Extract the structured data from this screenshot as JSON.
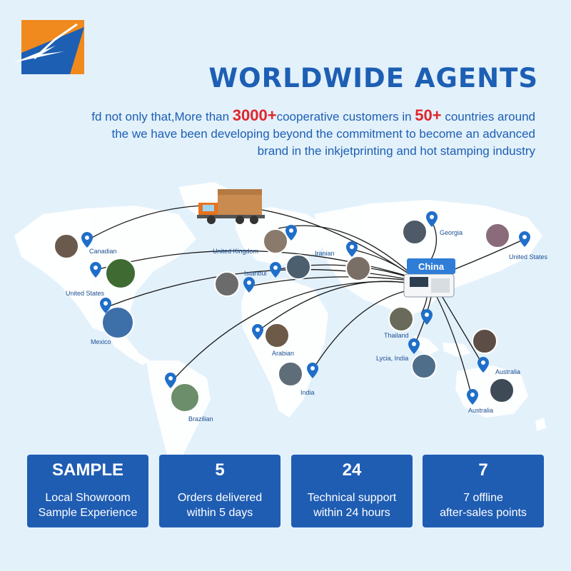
{
  "headline": "WORLDWIDE AGENTS",
  "intro": {
    "line1_a": "fd not only that,More than ",
    "line1_num1": "3000+",
    "line1_b": "cooperative customers in ",
    "line1_num2": "50+",
    "line1_c": " countries around",
    "line2": "the we have been developing beyond the commitment to become an advanced",
    "line3": "brand in the inkjetprinting and hot stamping industry"
  },
  "hub": "China",
  "locations": {
    "canadian": "Canadian",
    "us_west": "United States",
    "mexico": "Mexico",
    "brazilian": "Brazilian",
    "uk": "United Kingdom",
    "istanbul": "Istanbul",
    "iranian": "Iranian",
    "arabian": "Arabian",
    "india": "India",
    "georgia": "Georgia",
    "us_east": "United States",
    "thailand": "Thailand",
    "lycia_india": "Lycia, India",
    "australia_1": "Australia",
    "australia_2": "Australia"
  },
  "cards": [
    {
      "value": "SAMPLE",
      "desc_1": "Local Showroom",
      "desc_2": "Sample Experience"
    },
    {
      "value": "5",
      "desc_1": "Orders delivered",
      "desc_2": "within 5 days"
    },
    {
      "value": "24",
      "desc_1": "Technical support",
      "desc_2": "within 24 hours"
    },
    {
      "value": "7",
      "desc_1": "7 offline",
      "desc_2": "after-sales points"
    }
  ],
  "colors": {
    "brand_blue": "#1d5fb3",
    "accent_red": "#e0262b",
    "card_blue": "#1f5db3",
    "background": "#e3f1fb",
    "map_land": "#ffffff"
  }
}
